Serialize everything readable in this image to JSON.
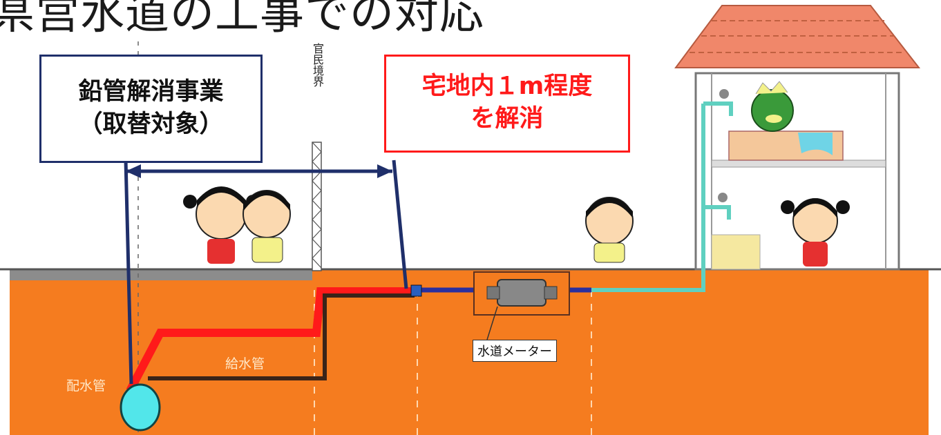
{
  "title": "県営水道の工事での対応",
  "box_left": {
    "line1": "鉛管解消事業",
    "line2": "（取替対象）",
    "border_color": "#1f2f6a"
  },
  "box_right": {
    "line1": "宅地内１m程度",
    "line2": "を解消",
    "color": "#ff1a1a"
  },
  "boundary_label": "官民境界",
  "labels": {
    "distribution_pipe": "配水管",
    "service_pipe": "給水管",
    "water_meter": "水道メーター"
  },
  "colors": {
    "ground": "#f57c1f",
    "replaced_pipe": "#ff1a1a",
    "service_pipe": "#3a2418",
    "private_pipe": "#2b2f9e",
    "house_pipe": "#5fd0c0",
    "main_pipe": "#52e6ea",
    "roof": "#f0876a"
  },
  "icons": [
    "children-icon",
    "boy-icon",
    "girl-icon",
    "kappa-icon",
    "faucet-icon",
    "house-icon",
    "water-meter-icon"
  ]
}
